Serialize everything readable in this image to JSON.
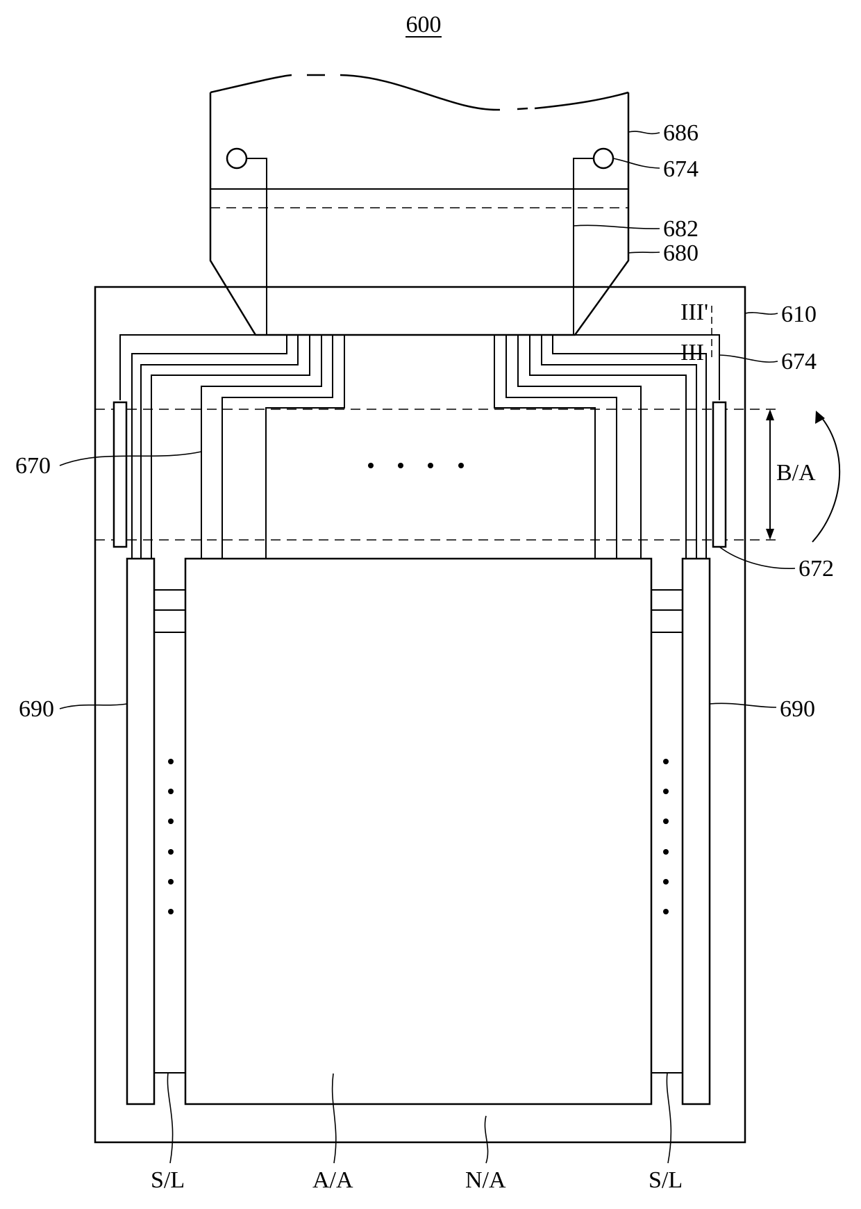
{
  "figure": {
    "number": "600",
    "labels": {
      "flexible_film": "686",
      "pad_top": "674",
      "inner_line": "682",
      "chip_film": "680",
      "substrate": "610",
      "section_top": "III'",
      "section_bottom": "III",
      "pad_side": "674",
      "wiring": "670",
      "bending_area": "B/A",
      "crack_sensor": "672",
      "driver_left": "690",
      "driver_right": "690",
      "signal_line_left": "S/L",
      "active_area": "A/A",
      "non_active_area": "N/A",
      "signal_line_right": "S/L"
    },
    "ellipsis_dots_horizontal": 4,
    "ellipsis_dots_vertical": 6
  }
}
